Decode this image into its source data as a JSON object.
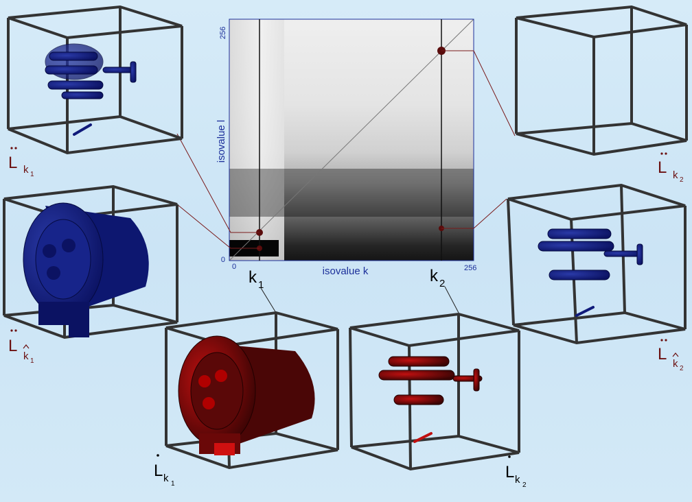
{
  "matrix": {
    "xlabel": "isovalue k",
    "ylabel": "isovalue l",
    "x_tick_min": "0",
    "x_tick_max": "256",
    "y_tick_min": "0",
    "y_tick_max": "256",
    "k1_label": "k",
    "k1_sub": "1",
    "k2_label": "k",
    "k2_sub": "2"
  },
  "panels": {
    "top_left": {
      "main": "L",
      "sub": "k",
      "subsub": "1",
      "marks": "double-dot"
    },
    "mid_left": {
      "main": "L",
      "sub": "k",
      "subsub": "1",
      "marks": "double-dot-hat"
    },
    "top_right": {
      "main": "L",
      "sub": "k",
      "subsub": "2",
      "marks": "double-dot"
    },
    "mid_right": {
      "main": "L",
      "sub": "k",
      "subsub": "2",
      "marks": "double-dot-hat"
    },
    "bottom_left": {
      "main": "L",
      "sub": "k",
      "subsub": "1",
      "marks": "single-dot"
    },
    "bottom_right": {
      "main": "L",
      "sub": "k",
      "subsub": "2",
      "marks": "single-dot"
    }
  },
  "colors": {
    "background": "#cfe6f6",
    "axis_blue": "#1c2f9a",
    "connector": "#7a1a1a",
    "marker": "#5a0c0c",
    "volume_blue": "#101a7a",
    "volume_red": "#b00000"
  }
}
